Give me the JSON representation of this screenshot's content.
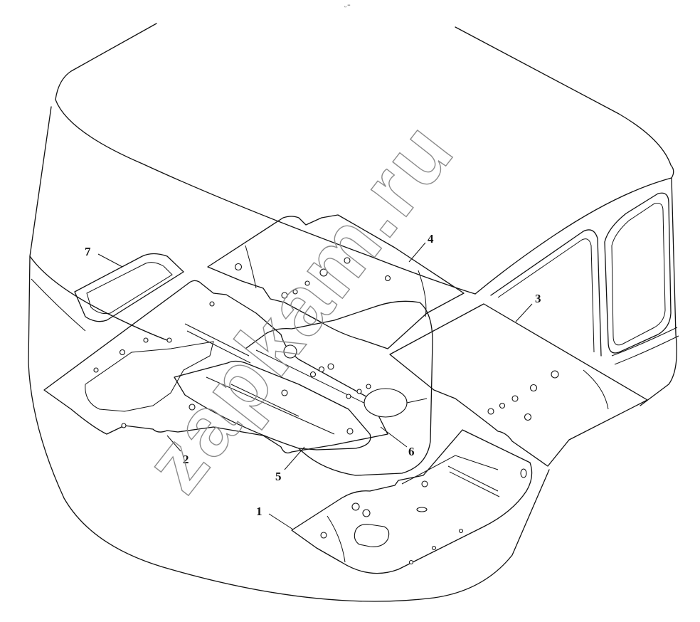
{
  "corner_mark": "␣ ═",
  "watermark": "zapkam.ru",
  "callouts": [
    {
      "number": "1"
    },
    {
      "number": "2"
    },
    {
      "number": "3"
    },
    {
      "number": "4"
    },
    {
      "number": "5"
    },
    {
      "number": "6"
    },
    {
      "number": "7"
    }
  ]
}
